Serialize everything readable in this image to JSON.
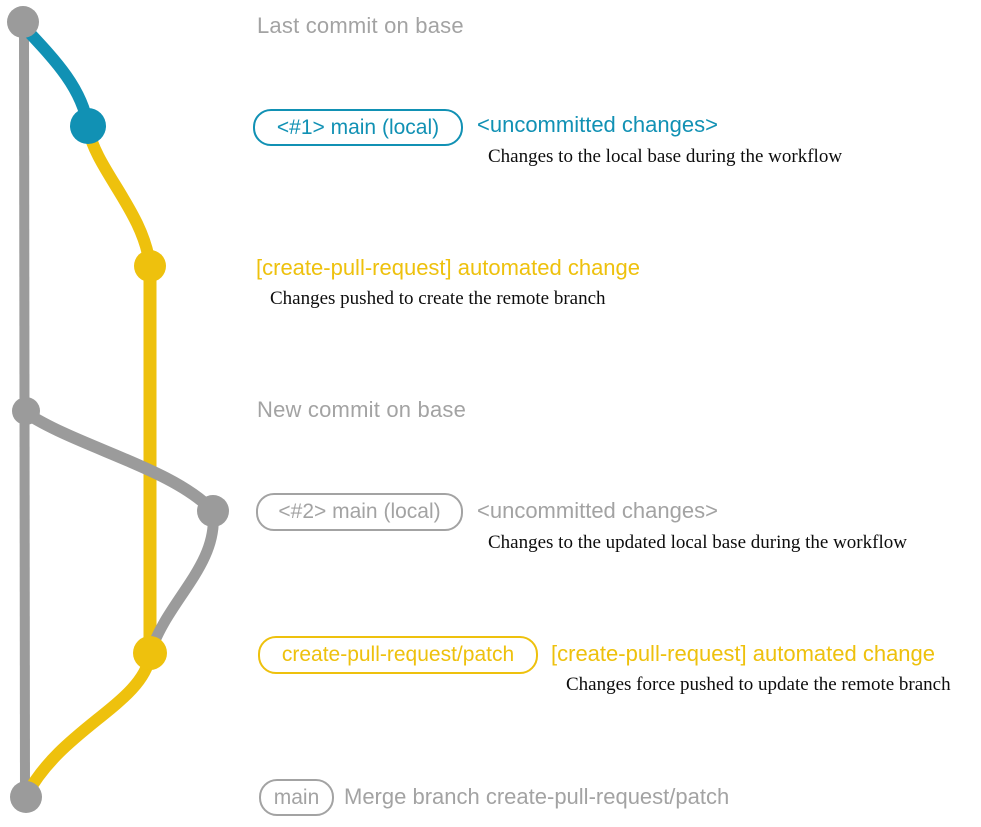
{
  "colors": {
    "teal": "#1191b4",
    "yellow": "#eec10d",
    "gray": "#9b9b9b",
    "gray_text": "#a3a3a3",
    "caption": "#0d0d0d"
  },
  "diagram": {
    "header_top": "Last commit on base",
    "header_mid": "New commit on base",
    "row1": {
      "badge": "<#1> main (local)",
      "status": "<uncommitted changes>",
      "caption": "Changes to the local base during the workflow"
    },
    "row2": {
      "label": "[create-pull-request] automated change",
      "caption": "Changes pushed to create the remote branch"
    },
    "row3": {
      "badge": "<#2> main (local)",
      "status": "<uncommitted changes>",
      "caption": "Changes to the updated local base during the workflow"
    },
    "row4": {
      "badge": "create-pull-request/patch",
      "label": "[create-pull-request] automated change",
      "caption": "Changes force pushed to update the remote branch"
    },
    "row5": {
      "badge": "main",
      "label": "Merge branch create-pull-request/patch"
    }
  }
}
